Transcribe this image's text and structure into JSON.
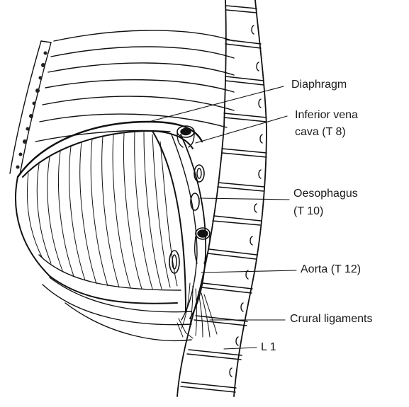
{
  "figure": {
    "labels": {
      "diaphragm": "Diaphragm",
      "ivc_line1": "Inferior vena",
      "ivc_line2": "cava (T 8)",
      "oesophagus_line1": "Oesophagus",
      "oesophagus_line2": "(T 10)",
      "aorta": "Aorta (T 12)",
      "crural": "Crural ligaments",
      "l1": "L 1"
    }
  }
}
